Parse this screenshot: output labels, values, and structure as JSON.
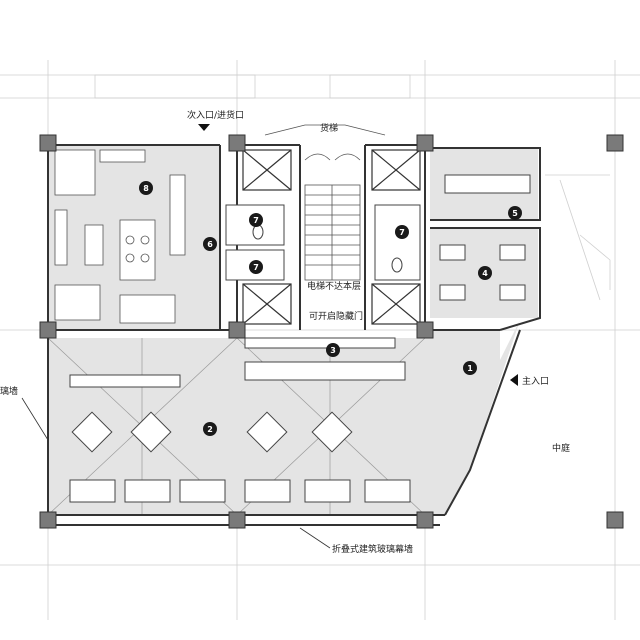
{
  "labels": {
    "secondary_entrance": "次入口/进货口",
    "freight_elevator": "货梯",
    "elevator_note": "电梯不达本层",
    "hidden_door": "可开启隐藏门",
    "main_entrance": "主入口",
    "courtyard": "中庭",
    "glass_wall_left": "璃墙",
    "folding_glass_wall": "折叠式建筑玻璃幕墙"
  },
  "rooms": [
    "1",
    "2",
    "3",
    "4",
    "5",
    "6",
    "7",
    "7",
    "7",
    "8"
  ],
  "colors": {
    "floor_fill": "#e4e4e4",
    "wall": "#333333",
    "column": "#7a7a7a",
    "marker": "#1a1a1a"
  }
}
